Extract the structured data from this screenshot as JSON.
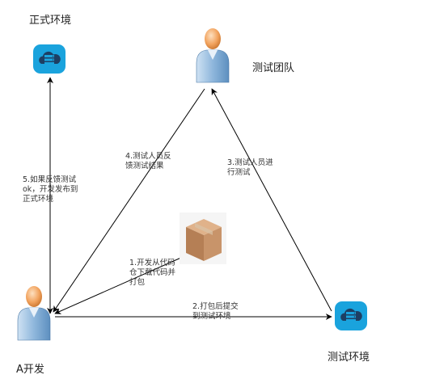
{
  "nodes": {
    "prod_env": {
      "label": "正式环境"
    },
    "test_team": {
      "label": "测试团队"
    },
    "test_env": {
      "label": "测试环境"
    },
    "dev_a": {
      "label": "A开发"
    }
  },
  "edges": {
    "e1": {
      "text": "1.开发从代码仓下载代码并打包"
    },
    "e2": {
      "text": "2.打包后提交到测试环境"
    },
    "e3": {
      "text": "3.测试人员进行测试"
    },
    "e4": {
      "text": "4.测试人员反馈测试结果"
    },
    "e5": {
      "text": "5.如果反馈测试ok，开发发布到正式环境"
    }
  },
  "colors": {
    "cloud": "#1aa3dd",
    "server": "#1d3f63",
    "person_body": "#9dc3e6",
    "person_head": "#f4a460",
    "box": "#c8946a",
    "arrow": "#000000"
  }
}
